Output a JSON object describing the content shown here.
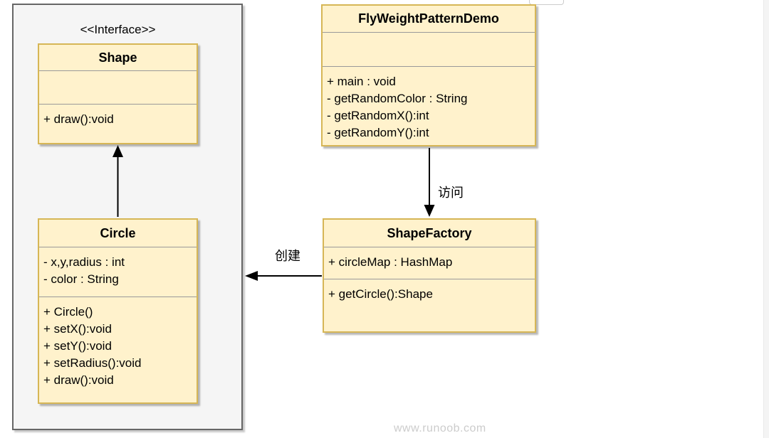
{
  "diagram": {
    "interface_stereotype": "<<Interface>>",
    "watermark": "www.runoob.com",
    "colors": {
      "class_fill": "#FFF2CC",
      "class_border": "#D6B656",
      "container_fill": "#F5F5F5",
      "container_border": "#666666",
      "divider": "#999999",
      "arrow": "#000000",
      "watermark_text": "#CCCCCC"
    },
    "classes": {
      "shape": {
        "title": "Shape",
        "fields": [],
        "methods": [
          "+ draw():void"
        ]
      },
      "circle": {
        "title": "Circle",
        "fields": [
          "- x,y,radius : int",
          "- color : String"
        ],
        "methods": [
          "+ Circle()",
          "+ setX():void",
          "+ setY():void",
          "+ setRadius():void",
          "+ draw():void"
        ]
      },
      "demo": {
        "title": "FlyWeightPatternDemo",
        "fields": [],
        "methods": [
          "+ main : void",
          "- getRandomColor : String",
          "- getRandomX():int",
          "- getRandomY():int"
        ]
      },
      "factory": {
        "title": "ShapeFactory",
        "fields": [
          "+ circleMap : HashMap"
        ],
        "methods": [
          "+ getCircle():Shape"
        ]
      }
    },
    "relations": {
      "demo_to_factory": {
        "label": "访问"
      },
      "factory_to_circle": {
        "label": "创建"
      }
    }
  }
}
